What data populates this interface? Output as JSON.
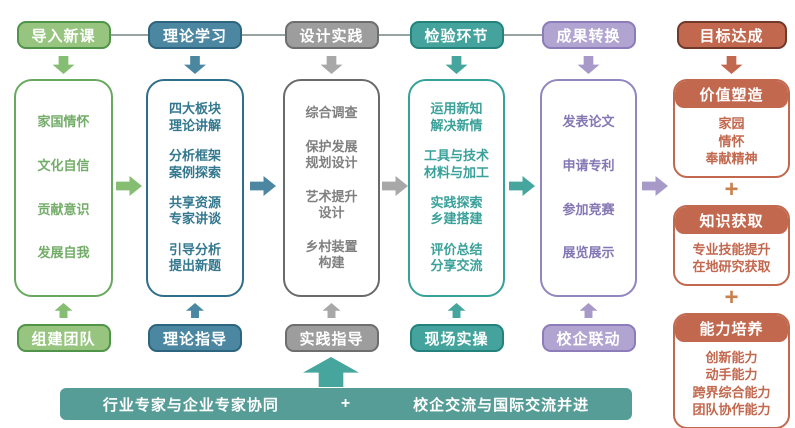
{
  "stages": [
    {
      "header": "导入新课",
      "items": [
        "家国情怀",
        "文化自信",
        "贡献意识",
        "发展自我"
      ],
      "footer": "组建团队",
      "accent": "#97c47f"
    },
    {
      "header": "理论学习",
      "items": [
        "四大板块\n理论讲解",
        "分析框架\n案例探索",
        "共享资源\n专家讲谈",
        "引导分析\n提出新题"
      ],
      "footer": "理论指导",
      "accent": "#4c87a2"
    },
    {
      "header": "设计实践",
      "items": [
        "综合调查",
        "保护发展\n规划设计",
        "艺术提升\n设计",
        "乡村装置\n构建"
      ],
      "footer": "实践指导",
      "accent": "#9d9d9d"
    },
    {
      "header": "检验环节",
      "items": [
        "运用新知\n解决新情",
        "工具与技术\n材料与加工",
        "实践探索\n乡建搭建",
        "评价总结\n分享交流"
      ],
      "footer": "现场实操",
      "accent": "#44a49d"
    },
    {
      "header": "成果转换",
      "items": [
        "发表论文",
        "申请专利",
        "参加竞赛",
        "展览展示"
      ],
      "footer": "校企联动",
      "accent": "#b2a4d1"
    }
  ],
  "goal": {
    "header": "目标达成",
    "accent": "#c2684e",
    "plus": "+",
    "groups": [
      {
        "title": "价值塑造",
        "lines": "家园\n情怀\n奉献精神"
      },
      {
        "title": "知识获取",
        "lines": "专业技能提升\n在地研究获取"
      },
      {
        "title": "能力培养",
        "lines": "创新能力\n动手能力\n跨界综合能力\n团队协作能力"
      }
    ]
  },
  "bottom_bar": {
    "left_text": "行业专家与企业专家协同",
    "plus": "+",
    "right_text": "校企交流与国际交流并进",
    "color": "#579d97"
  }
}
